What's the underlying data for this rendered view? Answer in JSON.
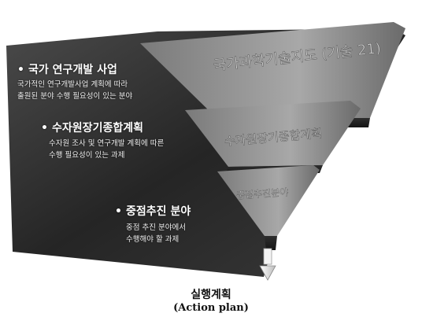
{
  "tiers": [
    {
      "funnel_label": "국가과학기술지도 (기술 21)",
      "bullet": "•",
      "title": "국가 연구개발 사업",
      "desc": [
        "국가적인 연구개발사업 계획에 따라",
        "출원된 분야 수행 필요성이 있는 분야"
      ]
    },
    {
      "funnel_label": "수자원장기종합계획",
      "bullet": "•",
      "title": "수자원장기종합계획",
      "desc": [
        "수자원 조사 및 연구개발 계획에 따른",
        "수행 필요성이 있는 과제"
      ]
    },
    {
      "funnel_label": "중점추진분야",
      "bullet": "•",
      "title": "중점추진 분야",
      "desc": [
        "중점 추진 분야에서",
        "수행해야 할 과제"
      ]
    }
  ],
  "result": {
    "arrow_icon": "down-arrow-icon",
    "title": "실행계획",
    "subtitle": "(Action plan)"
  },
  "colors": {
    "panel_dark": "#2a2a2a",
    "panel_mid": "#5a5a5a",
    "funnel_light": "#9a9a9a",
    "text": "#ffffff"
  }
}
